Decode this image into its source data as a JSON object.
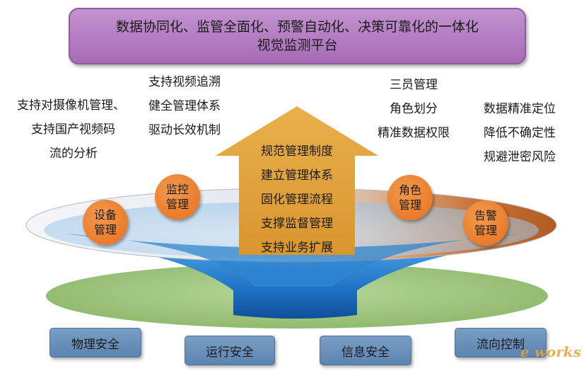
{
  "title": {
    "line1": "数据协同化、监管全面化、预警自动化、决策可靠化的一体化",
    "line2": "视觉监测平台"
  },
  "left_features": [
    "支持对摄像机管理、",
    "支持国产视频码",
    "流的分析"
  ],
  "center_left_features": [
    "支持视频追溯",
    "健全管理体系",
    "驱动长效机制"
  ],
  "center_right_features": [
    "三员管理",
    "角色划分",
    "精准数据权限"
  ],
  "right_features": [
    "数据精准定位",
    "降低不确定性",
    "规避泄密风险"
  ],
  "arrow_items": [
    "规范管理制度",
    "建立管理体系",
    "固化管理流程",
    "支撑监督管理",
    "支持业务扩展"
  ],
  "circles": {
    "device": [
      "设备",
      "管理"
    ],
    "monitor": [
      "监控",
      "管理"
    ],
    "role": [
      "角色",
      "管理"
    ],
    "alarm": [
      "告警",
      "管理"
    ]
  },
  "base_items": [
    "物理安全",
    "运行安全",
    "信息安全",
    "流向控制"
  ],
  "logo_text": "e works",
  "colors": {
    "title_fill": "#b57fc3",
    "circle_fill": "#e9782a",
    "arrow_fill": "#e0a23e",
    "base_fill": "#6b93bd",
    "ellipse_green": "#9cc47c",
    "funnel_blue": "#2c7fc9"
  }
}
